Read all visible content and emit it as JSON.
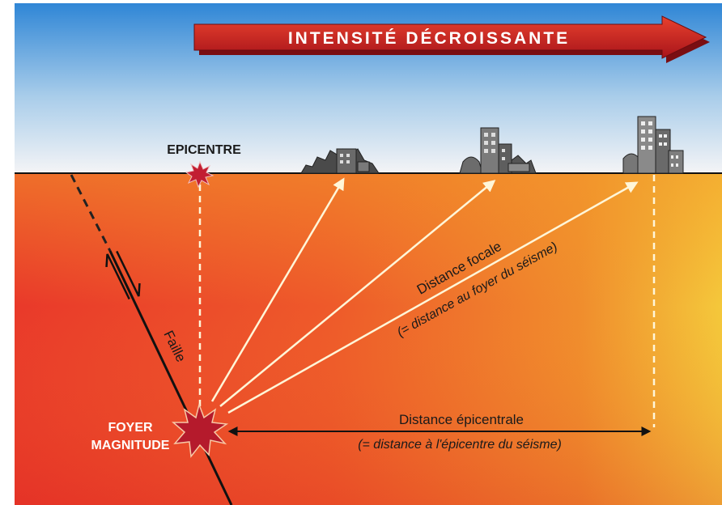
{
  "banner": {
    "text": "INTENSITÉ DÉCROISSANTE"
  },
  "labels": {
    "epicentre": "EPICENTRE",
    "foyer": "FOYER",
    "magnitude": "MAGNITUDE",
    "faille": "Faille",
    "distance_focale": "Distance focale",
    "distance_focale_note": "(= distance au foyer du séisme)",
    "distance_epicentrale": "Distance épicentrale",
    "distance_epicentrale_note": "(= distance à l'épicentre du séisme)"
  },
  "colors": {
    "sky_top": "#2f86d6",
    "sky_bottom": "#f2f2f4",
    "ground_left": "#e83424",
    "ground_right": "#f2c13a",
    "banner": "#c8231e",
    "rays": "#fff6d8",
    "star": "#c21e32"
  }
}
